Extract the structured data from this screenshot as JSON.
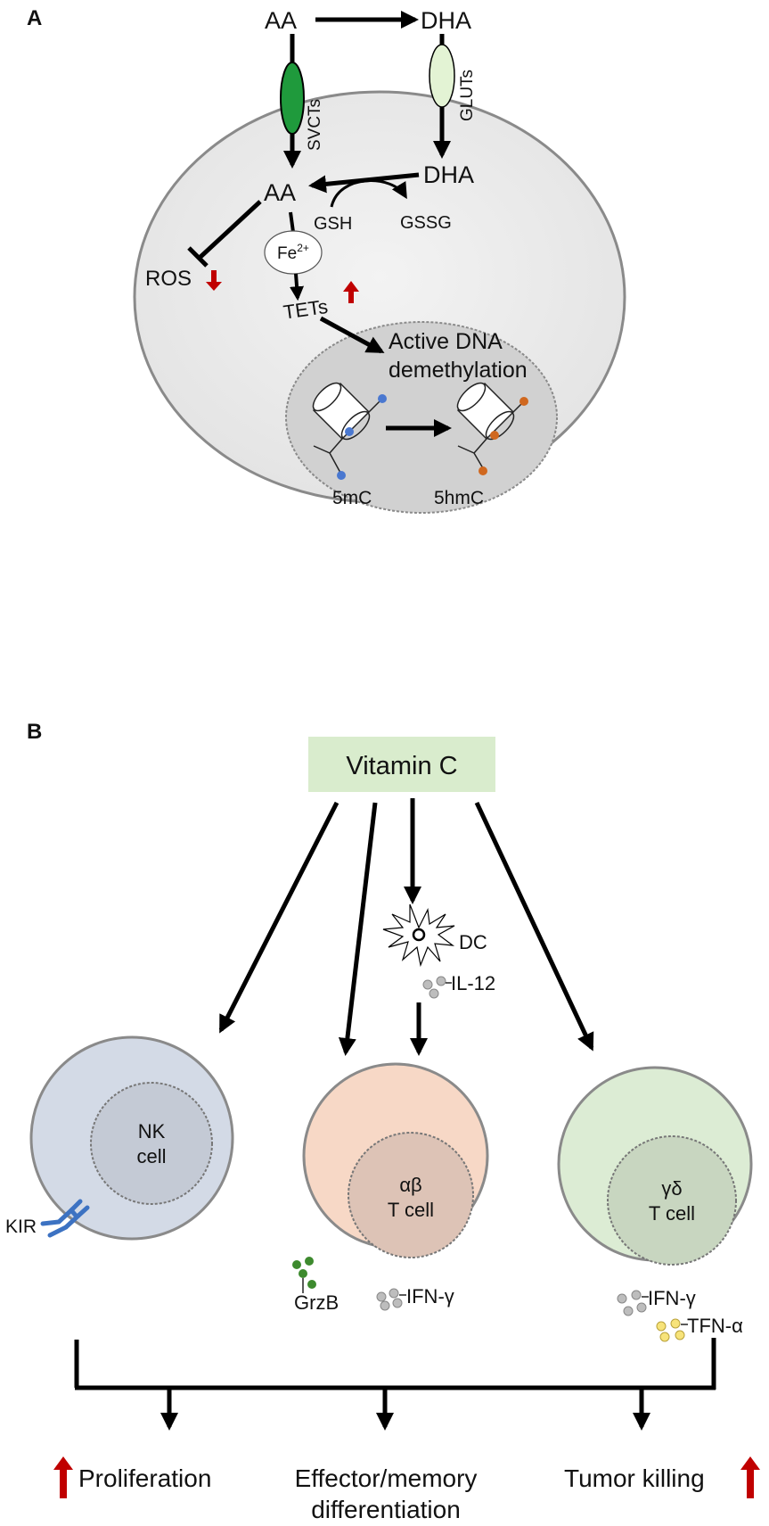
{
  "panel_a": {
    "letter": "A",
    "aa_outside": "AA",
    "dha_outside": "DHA",
    "svcts": "SVCTs",
    "gluts": "GLUTs",
    "aa_inside": "AA",
    "dha_inside": "DHA",
    "gsh": "GSH",
    "gssg": "GSSG",
    "ros": "ROS",
    "fe": "Fe",
    "fe_sup": "2+",
    "tets": "TETs",
    "active_line1": "Active DNA",
    "active_line2": "demethylation",
    "mc5": "5mC",
    "hmc5": "5hmC"
  },
  "panel_b": {
    "letter": "B",
    "vitamin_c": "Vitamin C",
    "dc": "DC",
    "il12": "IL-12",
    "nk_line1": "NK",
    "nk_line2": "cell",
    "ab_line1": "αβ",
    "ab_line2": "T cell",
    "gd_line1": "γδ",
    "gd_line2": "T cell",
    "kir": "KIR",
    "grzb": "GrzB",
    "ifng_ab": "IFN-γ",
    "ifng_gd": "IFN-γ",
    "tfna": "TFN-α",
    "proliferation": "Proliferation",
    "effector_line1": "Effector/memory",
    "effector_line2": "differentiation",
    "tumor_killing": "Tumor killing"
  },
  "colors": {
    "svct": "#1f9a3c",
    "glut": "#e3f3d4",
    "vitc_box": "#d9eccd",
    "nk_cell": "#d3dae6",
    "ab_cell": "#f7d8c6",
    "gd_cell": "#dcecd4",
    "kir": "#3c72c2",
    "grzb": "#3d8a2e",
    "red_arrow": "#c00000",
    "blue_dot": "#4a78d0",
    "orange_dot": "#d0681f",
    "gray_granule": "#bdbdbd",
    "yellow_granule": "#f7e37a"
  }
}
